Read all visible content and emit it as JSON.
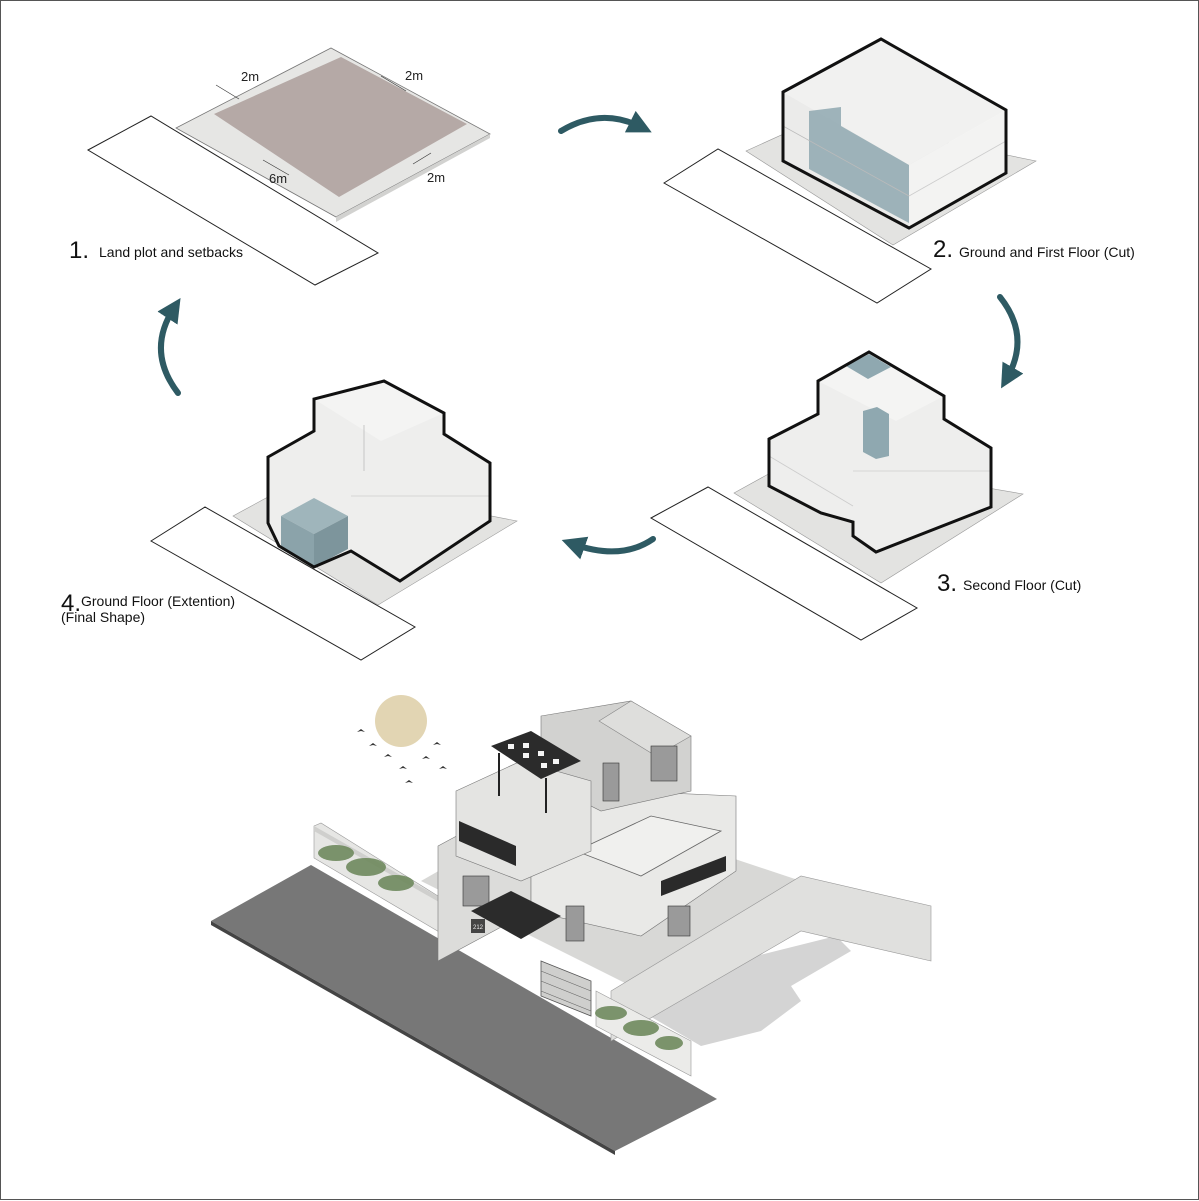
{
  "steps": [
    {
      "number": "1.",
      "label": "Land plot and setbacks"
    },
    {
      "number": "2.",
      "label": "Ground and First Floor (Cut)"
    },
    {
      "number": "3.",
      "label": "Second Floor (Cut)"
    },
    {
      "number": "4.",
      "label": "Ground Floor (Extention)",
      "label2": "(Final Shape)"
    }
  ],
  "setbacks": {
    "top_left": "2m",
    "top_right": "2m",
    "bottom_left": "6m",
    "bottom_right": "2m"
  },
  "house_number": "212",
  "colors": {
    "arrow": "#2e5a63",
    "plot": "#b5a9a6",
    "glass": "#8fa8b0",
    "road": "#777777",
    "sun": "#e2d5b3",
    "mass": "#f0f0ef",
    "ground": "#e3e3e1",
    "outline": "#111111"
  },
  "icons": [
    "cycle-arrow-icon",
    "sun-icon",
    "bird-icon",
    "pergola-icon"
  ]
}
